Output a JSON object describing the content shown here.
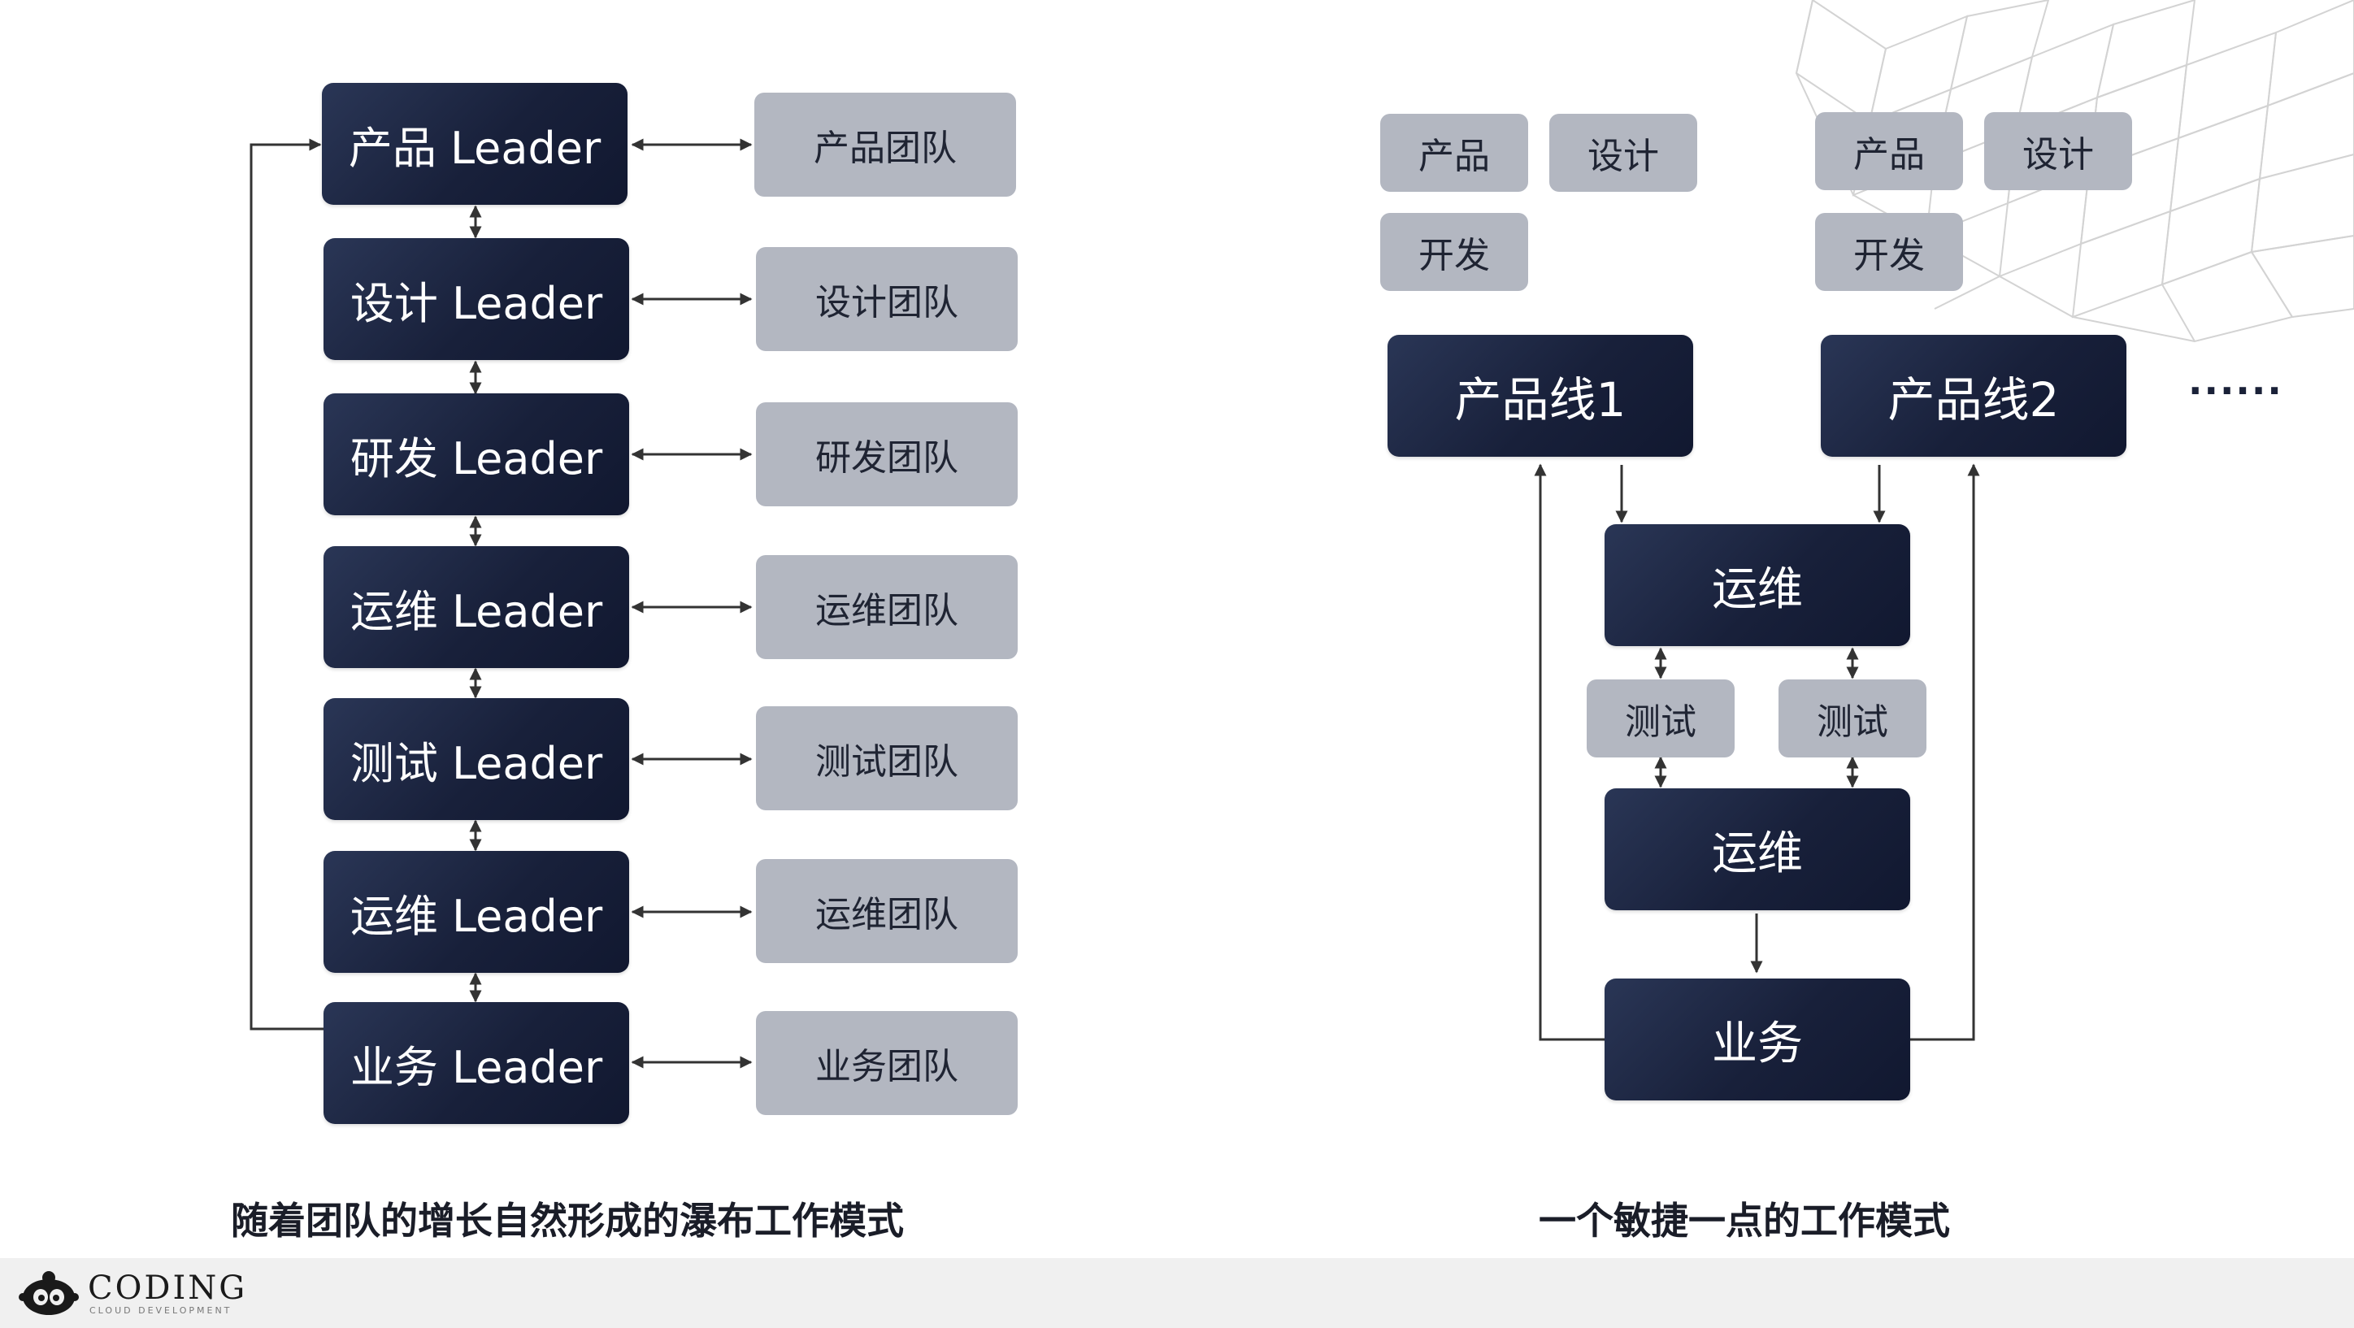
{
  "waterfall": {
    "leaders": [
      "产品 Leader",
      "设计 Leader",
      "研发 Leader",
      "运维 Leader",
      "测试 Leader",
      "运维 Leader",
      "业务 Leader"
    ],
    "teams": [
      "产品团队",
      "设计团队",
      "研发团队",
      "运维团队",
      "测试团队",
      "运维团队",
      "业务团队"
    ],
    "caption": "随着团队的增长自然形成的瀑布工作模式"
  },
  "agile": {
    "line1": {
      "roles": [
        "产品",
        "设计",
        "开发"
      ],
      "label": "产品线1"
    },
    "line2": {
      "roles": [
        "产品",
        "设计",
        "开发"
      ],
      "label": "产品线2"
    },
    "more": "......",
    "ops_top": "运维",
    "tests": [
      "测试",
      "测试"
    ],
    "ops_bottom": "运维",
    "business": "业务",
    "caption": "一个敏捷一点的工作模式"
  },
  "footer": {
    "logo_text": "CODING",
    "logo_sub": "CLOUD DEVELOPMENT"
  },
  "colors": {
    "dark_box": "#18203a",
    "grey_box": "#b3b7c1",
    "connector": "#333333",
    "footer_bg": "#f0f0f0"
  }
}
